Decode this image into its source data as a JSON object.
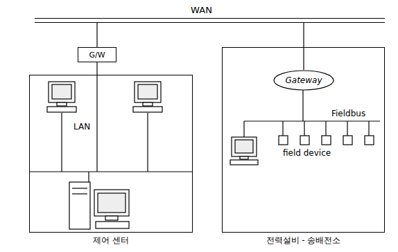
{
  "diagram": {
    "nodes": [
      {
        "text": [
          "WAN"
        ]
      },
      {
        "text": [
          "G/W"
        ]
      },
      {
        "text": [
          "제어 센터"
        ]
      },
      {
        "text": [
          "전력설비 - 송배전소"
        ]
      },
      {
        "text": [
          "Gateway"
        ],
        "in": 3
      }
    ],
    "edges": [
      {
        "from": 0,
        "to": 1,
        "arrow": "none"
      },
      {
        "from": 1,
        "to": 2,
        "arrow": "none"
      },
      {
        "from": 0,
        "to": 4,
        "arrow": "none"
      }
    ],
    "labels": [
      "LAN",
      "Fieldbus",
      "field device"
    ]
  }
}
